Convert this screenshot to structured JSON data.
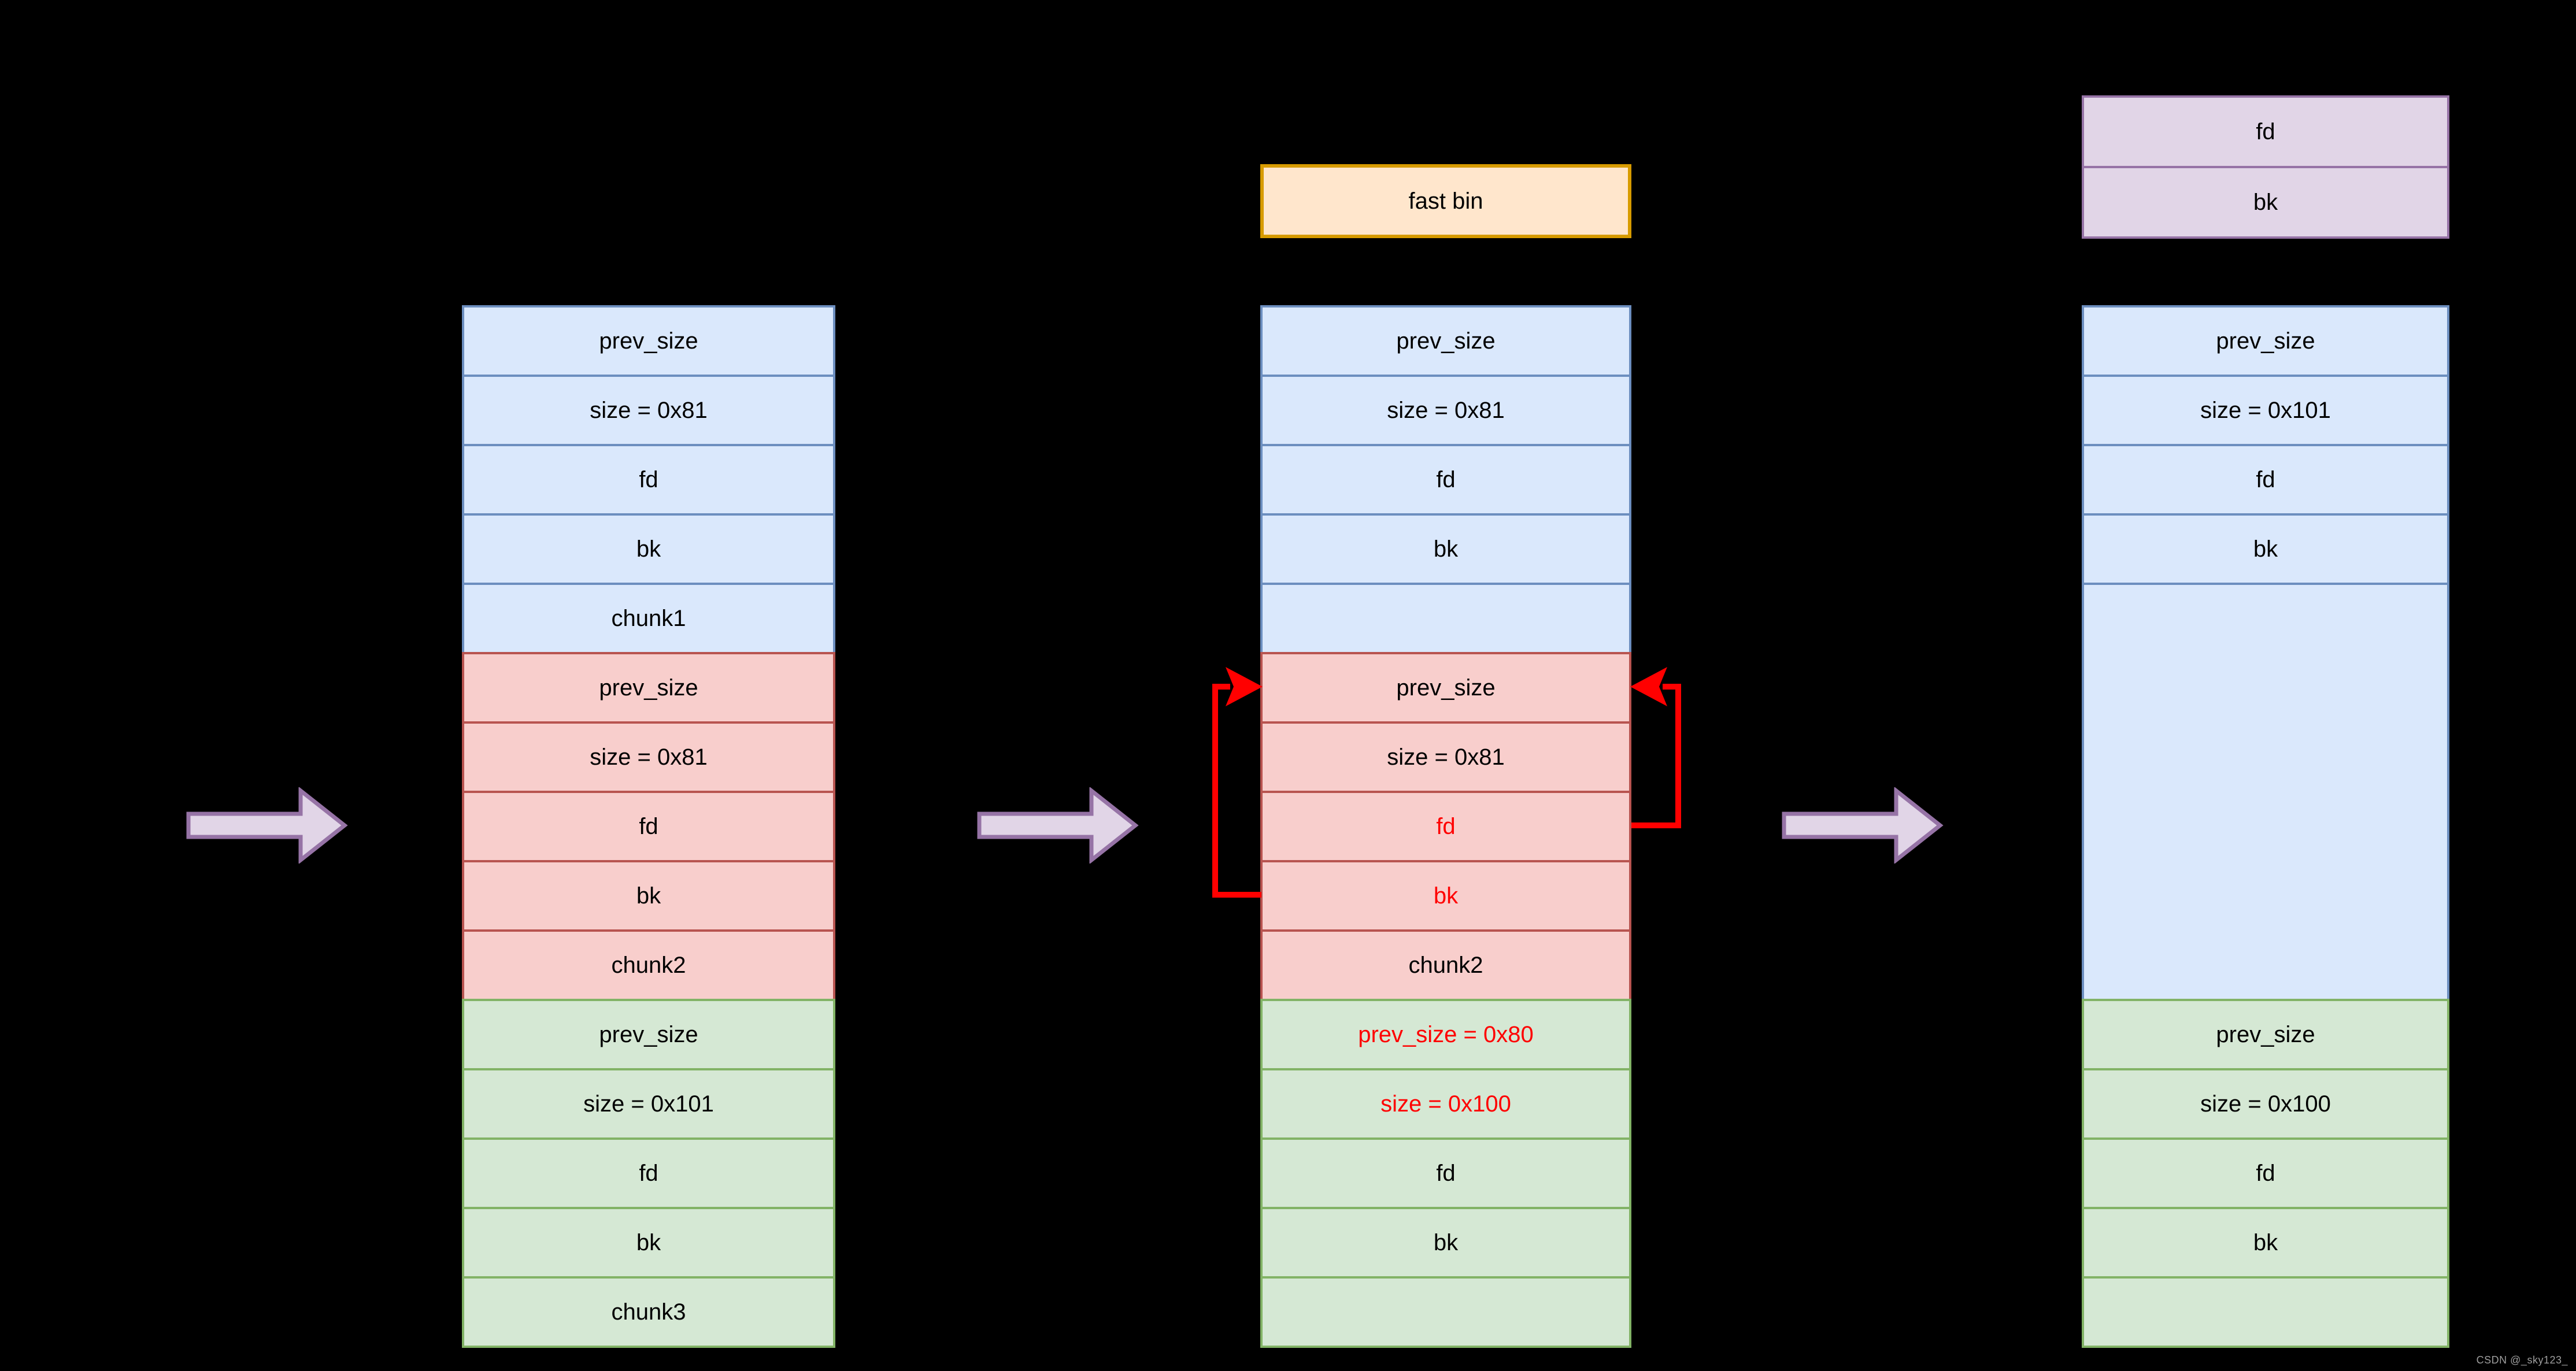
{
  "palette": {
    "background": "#000000",
    "blue_fill": "#dae8fc",
    "blue_stroke": "#6c8ebf",
    "red_fill": "#f8cecc",
    "red_stroke": "#b85450",
    "green_fill": "#d5e8d4",
    "green_stroke": "#82b366",
    "orange_fill": "#ffe6cc",
    "orange_stroke": "#d79b00",
    "purple_fill": "#e1d5e7",
    "purple_stroke": "#9673a6",
    "highlight_text": "#ff0000",
    "pointer_arrow": "#ff0000"
  },
  "fast_bin": {
    "label": "fast bin"
  },
  "bin_entry": {
    "cells": [
      "fd",
      "bk"
    ]
  },
  "stages": [
    {
      "name": "initial-heap",
      "chunks": [
        {
          "id": "chunk1",
          "color": "blue",
          "cells": [
            "prev_size",
            "size = 0x81",
            "fd",
            "bk",
            "chunk1"
          ]
        },
        {
          "id": "chunk2",
          "color": "red",
          "cells": [
            "prev_size",
            "size = 0x81",
            "fd",
            "bk",
            "chunk2"
          ]
        },
        {
          "id": "chunk3",
          "color": "green",
          "cells": [
            "prev_size",
            "size = 0x101",
            "fd",
            "bk",
            "chunk3"
          ]
        }
      ]
    },
    {
      "name": "chunk2-freed-into-fastbin",
      "chunks": [
        {
          "id": "chunk1",
          "color": "blue",
          "cells": [
            "prev_size",
            "size = 0x81",
            "fd",
            "bk",
            ""
          ]
        },
        {
          "id": "chunk2",
          "color": "red",
          "cells": [
            "prev_size",
            "size = 0x81",
            "fd",
            "bk",
            "chunk2"
          ],
          "highlighted_cells": [
            "fd",
            "bk"
          ]
        },
        {
          "id": "chunk3",
          "color": "green",
          "cells": [
            "prev_size = 0x80",
            "size = 0x100",
            "fd",
            "bk",
            ""
          ],
          "highlighted_cells": [
            "prev_size = 0x80",
            "size = 0x100"
          ]
        }
      ]
    },
    {
      "name": "after-consolidation",
      "chunks": [
        {
          "id": "merged-chunk1-2",
          "color": "blue",
          "cells": [
            "prev_size",
            "size = 0x101",
            "fd",
            "bk",
            ""
          ]
        },
        {
          "id": "chunk3",
          "color": "green",
          "cells": [
            "prev_size",
            "size = 0x100",
            "fd",
            "bk",
            ""
          ]
        }
      ]
    }
  ],
  "pointer_arrows": [
    {
      "from": "chunk2.bk",
      "to": "chunk2.prev_size",
      "side": "left",
      "color": "#ff0000"
    },
    {
      "from": "chunk2.fd",
      "to": "chunk2.prev_size",
      "side": "right",
      "color": "#ff0000"
    }
  ],
  "watermark": {
    "text": "CSDN @_sky123_"
  }
}
